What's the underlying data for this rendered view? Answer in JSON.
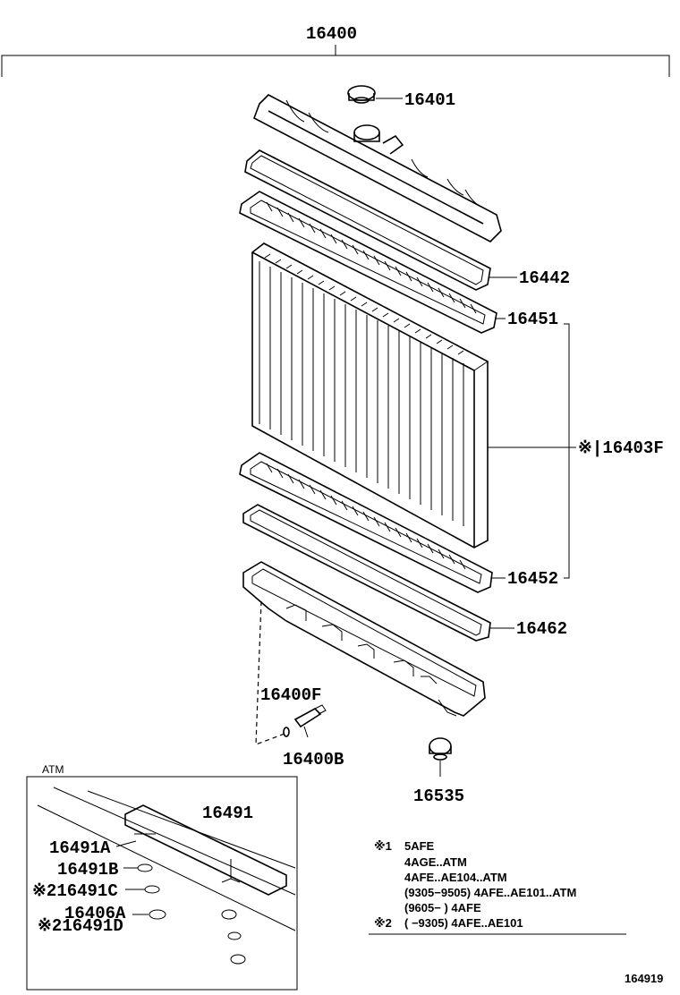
{
  "parts": {
    "assembly": "16400",
    "cap": "16401",
    "upper_gasket": "16442",
    "upper_tank_plate": "16451",
    "core": "※|16403F",
    "lower_tank_plate": "16452",
    "lower_gasket": "16462",
    "drain_cock_packing": "16400F",
    "drain_cock_plug": "16400B",
    "lower_cap": "16535"
  },
  "atm_box": {
    "title": "ATM",
    "parts": {
      "p16491": "16491",
      "p16491a": "16491A",
      "p16491b": "16491B",
      "p16491c": "※216491C",
      "p16406a": "16406A",
      "p16491d": "※216491D"
    }
  },
  "notes": {
    "n1_mark": "※1",
    "n1_l1": "5AFE",
    "n1_l2": "4AGE..ATM",
    "n1_l3": "4AFE..AE104..ATM",
    "n1_l4": "(9305−9505) 4AFE..AE101..ATM",
    "n1_l5": "(9605−        ) 4AFE",
    "n2_mark": "※2",
    "n2_l1": "(        −9305) 4AFE..AE101"
  },
  "figure_id": "164919"
}
